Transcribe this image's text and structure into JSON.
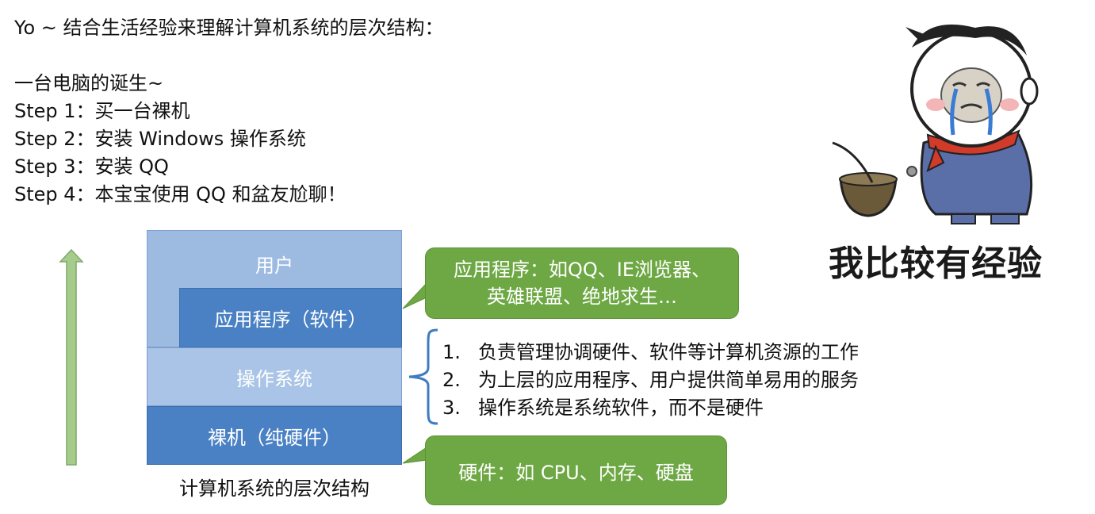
{
  "intro": {
    "heading": "Yo ~ 结合生活经验来理解计算机系统的层次结构：",
    "subheading": "一台电脑的诞生~",
    "steps": [
      "Step 1：买一台裸机",
      "Step 2：安装 Windows 操作系统",
      "Step 3：安装 QQ",
      "Step 4：本宝宝使用 QQ 和盆友尬聊！"
    ]
  },
  "diagram": {
    "layers": {
      "user": "用户",
      "app": "应用程序（软件）",
      "os": "操作系统",
      "hardware": "裸机（纯硬件）"
    },
    "caption": "计算机系统的层次结构"
  },
  "callouts": {
    "app_line1": "应用程序：如QQ、IE浏览器、",
    "app_line2": "英雄联盟、绝地求生…",
    "hardware": "硬件：如 CPU、内存、硬盘"
  },
  "os_points": [
    {
      "num": "1.",
      "text": "负责管理协调硬件、软件等计算机资源的工作"
    },
    {
      "num": "2.",
      "text": "为上层的应用程序、用户提供简单易用的服务"
    },
    {
      "num": "3.",
      "text": "操作系统是系统软件，而不是硬件"
    }
  ],
  "meme": {
    "caption": "我比较有经验"
  },
  "colors": {
    "dark_blue": "#4a81c4",
    "light_blue": "#9dbbe1",
    "green": "#6ea844",
    "arrow_green": "#a6cc8c",
    "brace_blue": "#3f7cc0"
  }
}
